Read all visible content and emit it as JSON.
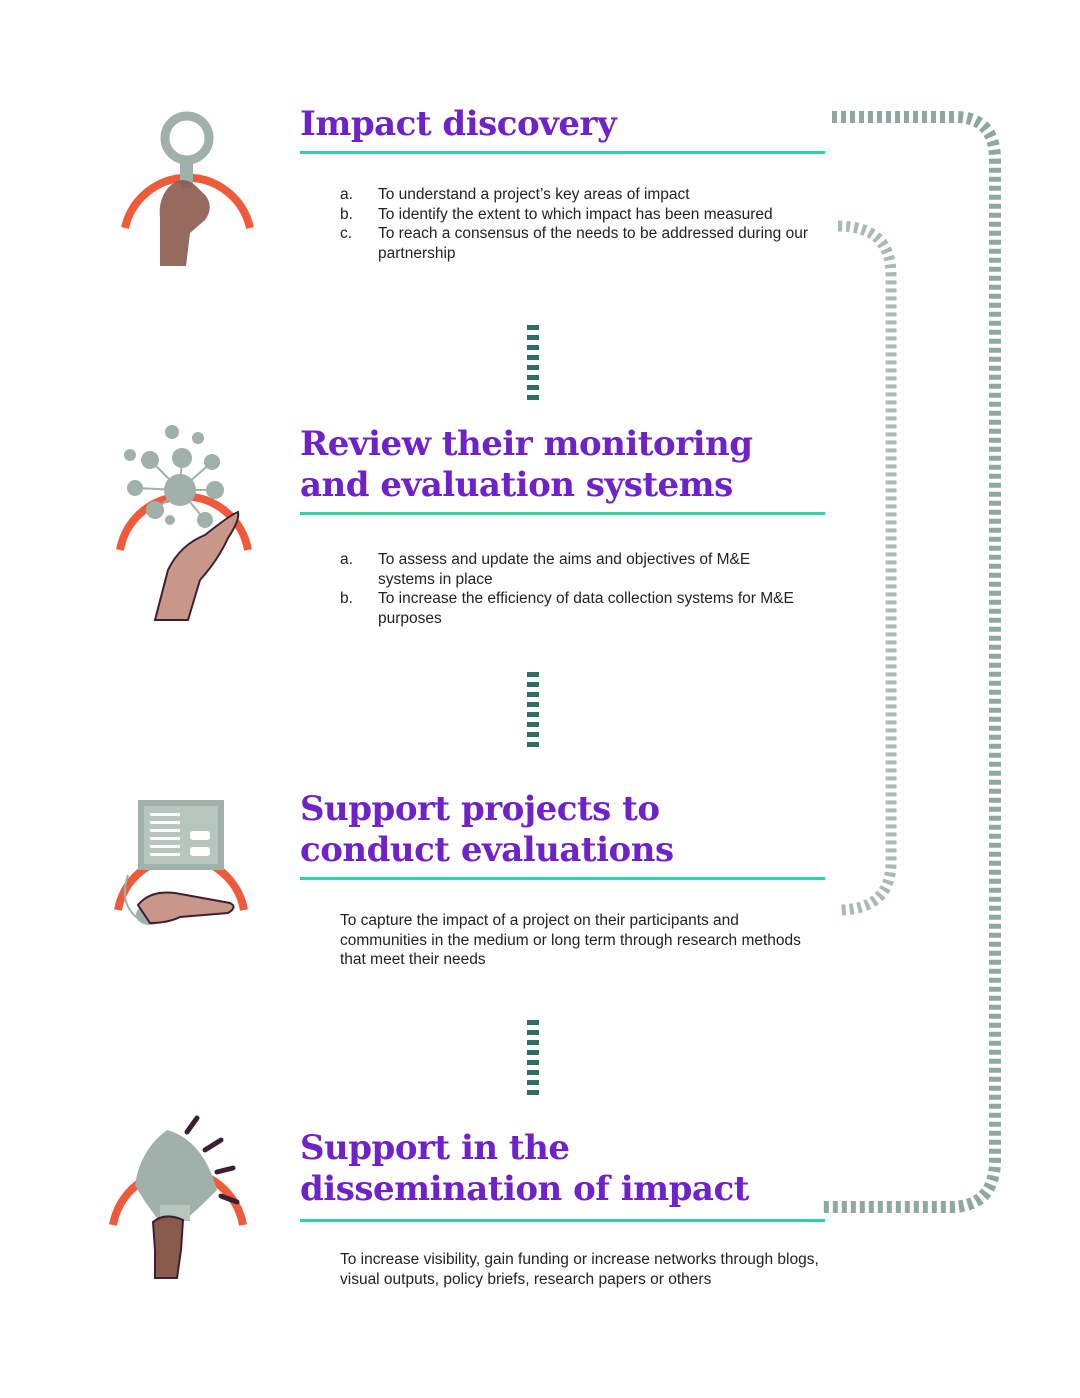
{
  "steps": [
    {
      "title": "Impact discovery",
      "icon": "magnifier-hand-icon",
      "items": [
        {
          "marker": "a.",
          "text": "To understand a project’s key areas of impact"
        },
        {
          "marker": "b.",
          "text": "To identify the extent to which impact has been measured"
        },
        {
          "marker": "c.",
          "text": "To reach a consensus of the needs to be addressed  during our partnership"
        }
      ]
    },
    {
      "title": "Review their monitoring and evaluation systems",
      "icon": "network-hand-icon",
      "items": [
        {
          "marker": "a.",
          "text": "To assess and update the aims and objectives of M&E systems in place"
        },
        {
          "marker": "b.",
          "text": "To increase the efficiency of data collection systems for M&E purposes"
        }
      ]
    },
    {
      "title": "Support projects to conduct evaluations",
      "icon": "document-mouse-hand-icon",
      "text": "To capture the impact of a project on their participants and communities in the medium or long term through research methods that meet their needs"
    },
    {
      "title": "Support in the dissemination of impact",
      "icon": "megaphone-hand-icon",
      "text": "To increase visibility, gain funding or increase networks through blogs, visual outputs, policy briefs, research papers or others"
    }
  ],
  "colors": {
    "heading": "#6f22c9",
    "rule": "#2fd3a4",
    "connector": "#2f6e66",
    "loop": "#8fa89e",
    "arc": "#ef5a3a",
    "skin_dark": "#8a5a4e",
    "skin_light": "#c9978a",
    "icon_gray": "#9fb1aa"
  }
}
